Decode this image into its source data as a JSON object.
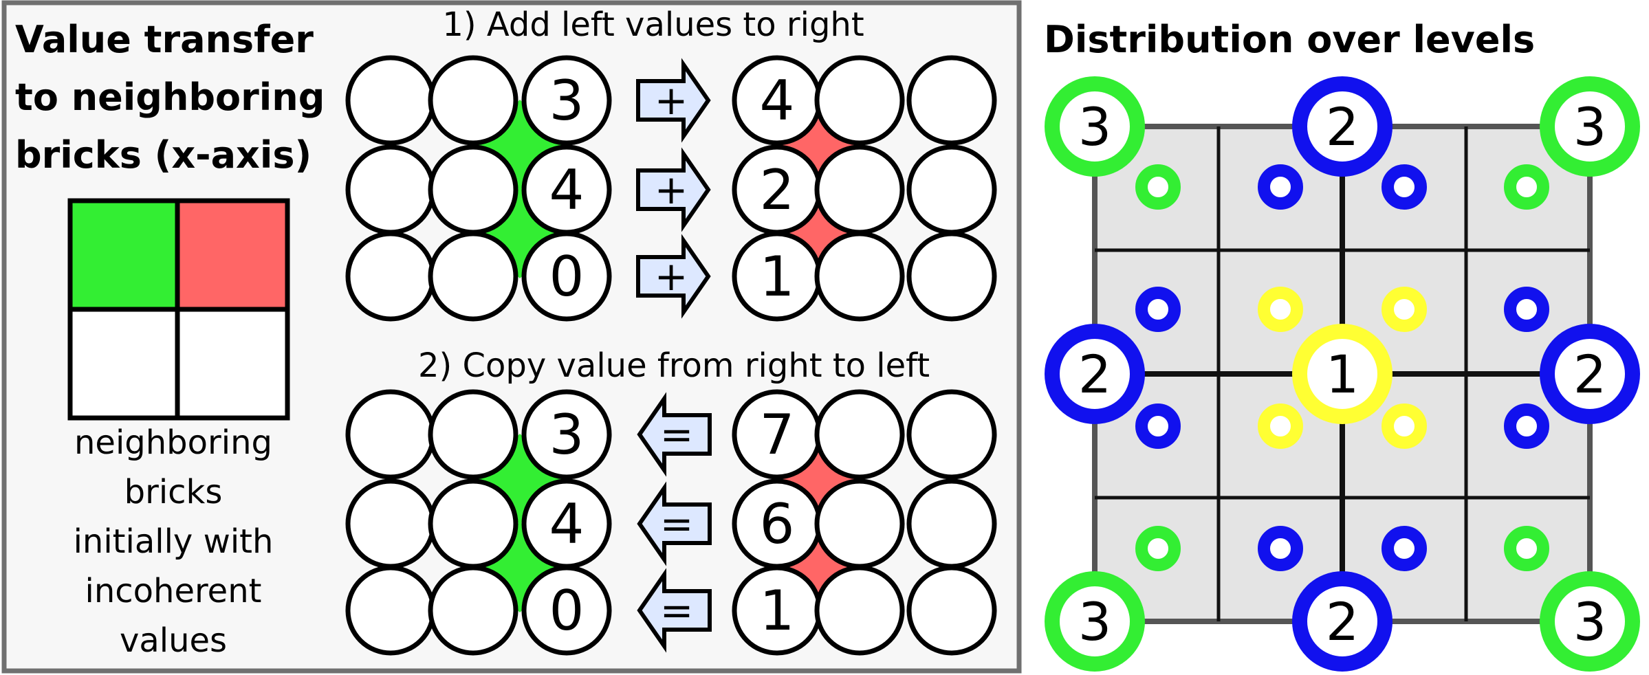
{
  "left_panel": {
    "title_lines": [
      "Value transfer",
      "to neighboring",
      "bricks (x-axis)"
    ],
    "legend_caption_lines": [
      "neighboring",
      "bricks",
      "initially with",
      "incoherent",
      "values"
    ],
    "colors": {
      "green": "#33ee33",
      "red": "#ff6666",
      "panel_bg": "#f7f7f7",
      "border": "#707070"
    }
  },
  "step1": {
    "title": "1) Add left values to right",
    "left_values": [
      "3",
      "4",
      "0"
    ],
    "right_values": [
      "4",
      "2",
      "1"
    ],
    "operator": "+"
  },
  "step2": {
    "title": "2) Copy value from right to left",
    "left_values": [
      "3",
      "4",
      "0"
    ],
    "right_values": [
      "7",
      "6",
      "1"
    ],
    "operator": "="
  },
  "right_panel": {
    "title": "Distribution over levels",
    "level_values": {
      "level1": "1",
      "level2": "2",
      "level3": "3"
    },
    "colors": {
      "level1": "#ffff33",
      "level2": "#1111ee",
      "level3": "#33ee33",
      "grid_bg": "#e4e4e4"
    }
  }
}
